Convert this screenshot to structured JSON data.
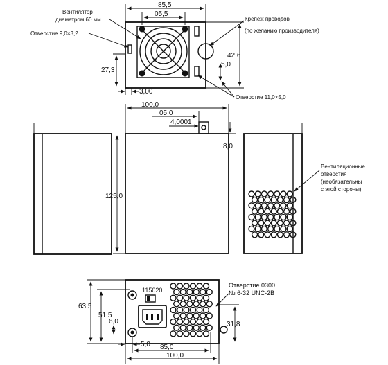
{
  "top_view": {
    "dim_width": "85,5",
    "dim_fan_spacing": "05,5",
    "dim_height": "42,6",
    "dim_right_small": "5,0",
    "dim_left_vertical": "27,3",
    "dim_bottom_small": "3,00",
    "label_fan": "Вентилятор диаметром 60 мм",
    "label_fan_line1": "Вентилятор",
    "label_fan_line2": "диаметром 60 мм",
    "label_slot": "Отверстие 9,0×3,2",
    "label_wire_line1": "Крепеж проводов",
    "label_wire_line2": "(по желанию производителя)",
    "label_hole": "Отверстие 11,0×5,0"
  },
  "front_view": {
    "dim_width": "100,0",
    "dim_tab_offset": "05,0",
    "dim_tab_width": "4,0001",
    "dim_tab_height": "8,0",
    "dim_height": "125,0"
  },
  "side_view": {
    "vent_label_line1": "Вентиляционные",
    "vent_label_line2": "отверстия",
    "vent_label_line3": "(необязательны",
    "vent_label_line4": "с этой стороны)"
  },
  "bottom_view": {
    "switch_label": "115020",
    "hole_label_line1": "Отверстие 0300",
    "hole_label_line2": "№ 6-32 UNC-2B",
    "dim_outer_height": "63,5",
    "dim_inner_height": "51,5",
    "dim_small": "6,0",
    "dim_right_height": "31,8",
    "dim_left_offset": "5,0",
    "dim_inner_width": "85,0",
    "dim_total_width": "100,0"
  }
}
